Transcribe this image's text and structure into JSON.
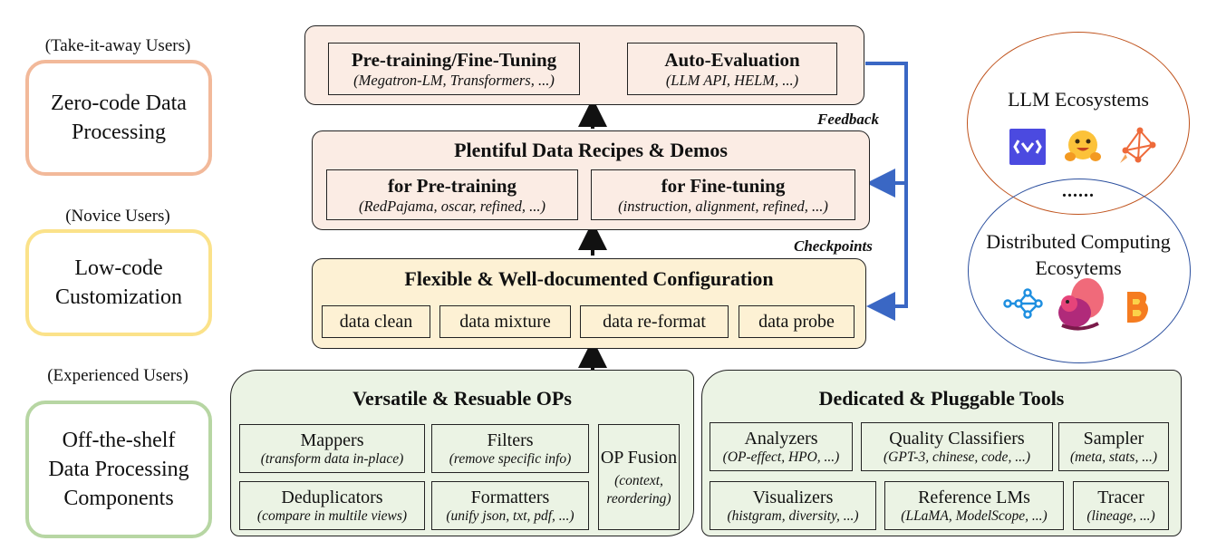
{
  "users": [
    {
      "label": "(Take-it-away Users)",
      "box": "Zero-code Data Processing",
      "color": "#f2b99a"
    },
    {
      "label": "(Novice Users)",
      "box": "Low-code Customization",
      "color": "#fbe28a"
    },
    {
      "label": "(Experienced Users)",
      "box": "Off-the-shelf Data Processing Components",
      "color": "#b7d6a3"
    }
  ],
  "training": {
    "pretrain_title": "Pre-training/Fine-Tuning",
    "pretrain_sub": "(Megatron-LM, Transformers, ...)",
    "autoeval_title": "Auto-Evaluation",
    "autoeval_sub": "(LLM API, HELM, ...)"
  },
  "recipes": {
    "title": "Plentiful Data Recipes & Demos",
    "pretrain_title": "for Pre-training",
    "pretrain_sub": "(RedPajama, oscar, refined, ...)",
    "finetune_title": "for Fine-tuning",
    "finetune_sub": "(instruction, alignment, refined, ...)"
  },
  "config": {
    "title": "Flexible & Well-documented Configuration",
    "chips": [
      "data clean",
      "data mixture",
      "data re-format",
      "data probe"
    ]
  },
  "labels": {
    "feedback": "Feedback",
    "checkpoints": "Checkpoints"
  },
  "ops": {
    "title": "Versatile & Resuable OPs",
    "items": [
      {
        "title": "Mappers",
        "sub": "(transform data in-place)"
      },
      {
        "title": "Filters",
        "sub": "(remove specific info)"
      },
      {
        "title": "Deduplicators",
        "sub": "(compare in multile views)"
      },
      {
        "title": "Formatters",
        "sub": "(unify json, txt, pdf, ...)"
      }
    ],
    "fusion_title": "OP Fusion",
    "fusion_sub": "(context, reordering)"
  },
  "tools": {
    "title": "Dedicated & Pluggable Tools",
    "items": [
      {
        "title": "Analyzers",
        "sub": "(OP-effect, HPO, ...)"
      },
      {
        "title": "Quality Classifiers",
        "sub": "(GPT-3, chinese, code, ...)"
      },
      {
        "title": "Sampler",
        "sub": "(meta, stats, ...)"
      },
      {
        "title": "Visualizers",
        "sub": "(histgram, diversity, ...)"
      },
      {
        "title": "Reference LMs",
        "sub": "(LLaMA, ModelScope, ...)"
      },
      {
        "title": "Tracer",
        "sub": "(lineage, ...)"
      }
    ]
  },
  "ecosystems": {
    "llm_title": "LLM Ecosystems",
    "dots": "......",
    "dist_title": "Distributed Computing Ecosytems"
  },
  "colors": {
    "arrow_blue": "#3a67c4",
    "llm_circle": "#c0541e",
    "dist_circle": "#2b4f9e"
  }
}
